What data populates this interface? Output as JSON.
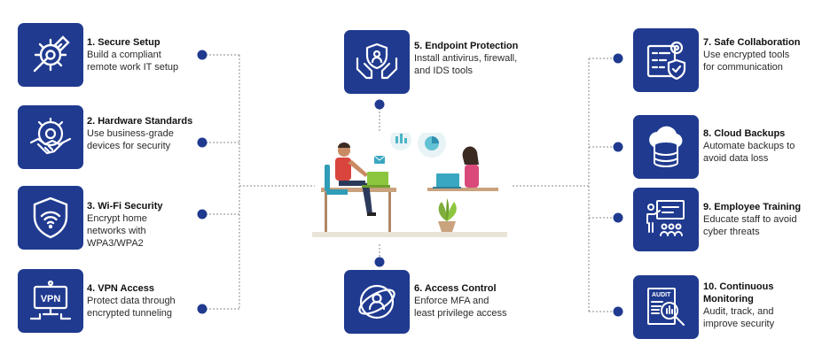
{
  "colors": {
    "tile": "#1f3a8f",
    "dot": "#1f3a8f",
    "line": "#8a8a8a"
  },
  "steps": [
    {
      "icon": "gear-wrench-icon",
      "title": "1. Secure Setup",
      "lines": [
        "Build a compliant",
        "remote work IT setup"
      ]
    },
    {
      "icon": "handshake-gear-icon",
      "title": "2. Hardware Standards",
      "lines": [
        "Use business-grade",
        "devices for security"
      ]
    },
    {
      "icon": "wifi-shield-icon",
      "title": "3. Wi-Fi Security",
      "lines": [
        "Encrypt home",
        "networks with",
        "WPA3/WPA2"
      ]
    },
    {
      "icon": "vpn-monitor-icon",
      "title": "4. VPN Access",
      "lines": [
        "Protect data through",
        "encrypted tunneling"
      ]
    },
    {
      "icon": "hands-shield-icon",
      "title": "5. Endpoint Protection",
      "lines": [
        "Install antivirus, firewall,",
        "and IDS tools"
      ]
    },
    {
      "icon": "user-network-icon",
      "title": "6. Access Control",
      "lines": [
        "Enforce MFA and",
        "least privilege access"
      ]
    },
    {
      "icon": "document-shield-gear-icon",
      "title": "7. Safe Collaboration",
      "lines": [
        "Use encrypted tools",
        "for communication"
      ]
    },
    {
      "icon": "cloud-database-icon",
      "title": "8. Cloud Backups",
      "lines": [
        "Automate backups to",
        "avoid data loss"
      ]
    },
    {
      "icon": "presentation-audience-icon",
      "title": "9. Employee Training",
      "lines": [
        "Educate staff to avoid",
        "cyber threats"
      ]
    },
    {
      "icon": "audit-magnifier-icon",
      "title": "10. Continuous",
      "title2": "Monitoring",
      "lines": [
        "Audit, track, and",
        "improve security"
      ]
    }
  ],
  "illustration": {
    "screen_badge": "VPN",
    "audit_label": "AUDIT"
  }
}
